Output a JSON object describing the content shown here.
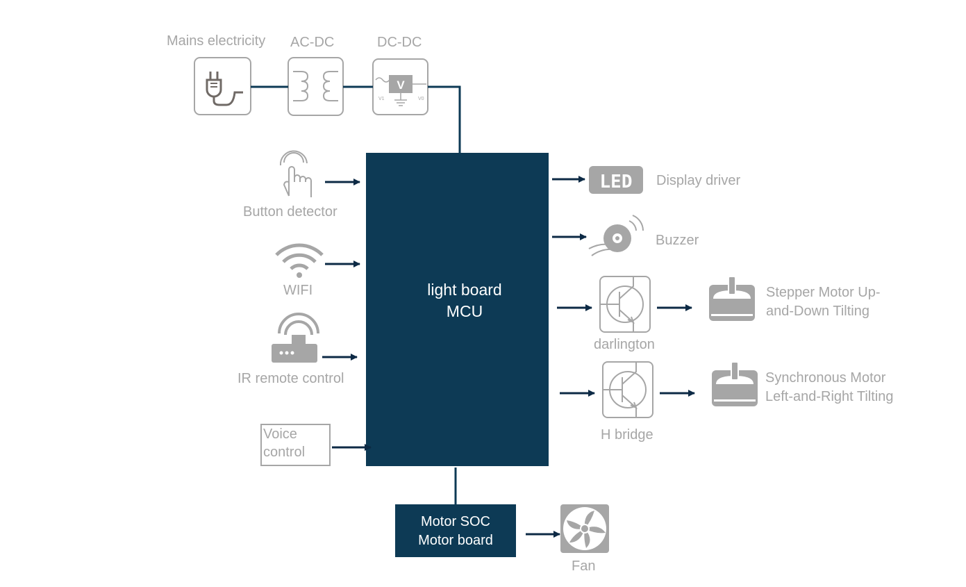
{
  "colors": {
    "navy": "#0d3a55",
    "gray": "#a6a6a6",
    "arrow": "#0d2a45"
  },
  "power": {
    "mains_label": "Mains electricity",
    "acdc_label": "AC-DC",
    "dcdc_label": "DC-DC",
    "dcdc_glyph": "V",
    "dcdc_in": "V1",
    "dcdc_out": "V0"
  },
  "mcu": {
    "line1": "light board",
    "line2": "MCU"
  },
  "motor_soc": {
    "line1": "Motor SOC",
    "line2": "Motor board"
  },
  "inputs": {
    "button": "Button detector",
    "wifi": "WIFI",
    "ir": "IR remote control",
    "voice_line1": "Voice",
    "voice_line2": "control"
  },
  "outputs": {
    "led_glyph": "LED",
    "display": "Display driver",
    "buzzer": "Buzzer",
    "darlington": "darlington",
    "stepper_line1": "Stepper Motor Up-",
    "stepper_line2": "and-Down Tilting",
    "hbridge": "H bridge",
    "sync_line1": "Synchronous Motor",
    "sync_line2": "Left-and-Right Tilting",
    "fan": "Fan"
  }
}
